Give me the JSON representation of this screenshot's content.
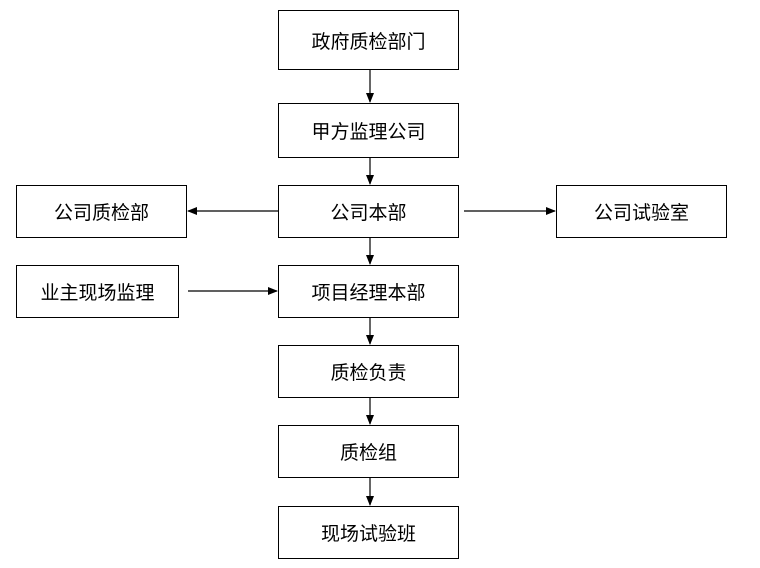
{
  "diagram": {
    "nodes": {
      "gov_qc": "政府质检部门",
      "owner_supervision": "甲方监理公司",
      "company_hq": "公司本部",
      "company_qc": "公司质检部",
      "company_lab": "公司试验室",
      "owner_site_supervision": "业主现场监理",
      "pm_dept": "项目经理本部",
      "qc_lead": "质检负责",
      "qc_team": "质检组",
      "site_lab_team": "现场试验班"
    },
    "edges": [
      {
        "from": "政府质检部门",
        "to": "甲方监理公司"
      },
      {
        "from": "甲方监理公司",
        "to": "公司本部"
      },
      {
        "from": "公司本部",
        "to": "公司质检部"
      },
      {
        "from": "公司本部",
        "to": "公司试验室"
      },
      {
        "from": "公司本部",
        "to": "项目经理本部"
      },
      {
        "from": "业主现场监理",
        "to": "项目经理本部"
      },
      {
        "from": "项目经理本部",
        "to": "质检负责"
      },
      {
        "from": "质检负责",
        "to": "质检组"
      },
      {
        "from": "质检组",
        "to": "现场试验班"
      }
    ]
  }
}
